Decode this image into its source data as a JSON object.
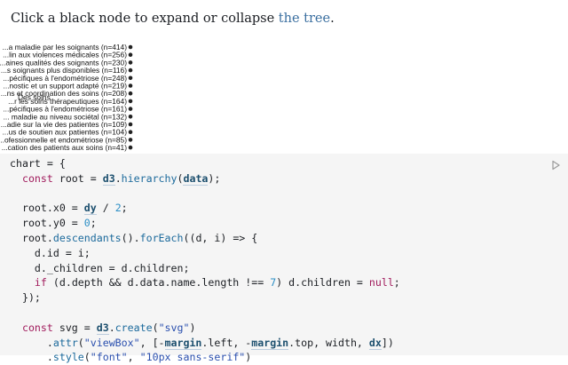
{
  "intro": {
    "before_link": "Click a black node to expand or collapse ",
    "link_text": "the tree",
    "after_link": "."
  },
  "tree_labels": [
    "...a maladie par les soignants (n=414)",
    "...lin aux violences médicales (n=256)",
    "...aines qualités des soignants (n=230)",
    "...s soignants plus disponibles (n=116)",
    "...pécifiques à l'endométriose (n=248)",
    "...nostic et un support adapté (n=219)",
    "...ns et coordination des soins (n=208)",
    "...r les soins thérapeutiques (n=164)",
    "...pécifiques à l'endométriose (n=161)",
    "... maladie au niveau sociétal (n=132)",
    "...adie sur la vie des patientes (n=109)",
    "...us de soutien aux patientes (n=104)",
    "...ofessionnelle et endométriose (n=85)",
    "...cation des patients aux soins (n=41)"
  ],
  "tree_overlap_label": "Des soins",
  "code_lines": [
    [
      [
        "pun",
        "chart = {"
      ]
    ],
    [
      [
        "kw",
        "  const "
      ],
      [
        "pun",
        "root = "
      ],
      [
        "ref",
        "d3"
      ],
      [
        "pun",
        "."
      ],
      [
        "fn",
        "hierarchy"
      ],
      [
        "pun",
        "("
      ],
      [
        "ref",
        "data"
      ],
      [
        "pun",
        ");"
      ]
    ],
    [
      [
        "pun",
        ""
      ]
    ],
    [
      [
        "pun",
        "  root.x0 = "
      ],
      [
        "ref",
        "dy"
      ],
      [
        "pun",
        " / "
      ],
      [
        "num",
        "2"
      ],
      [
        "pun",
        ";"
      ]
    ],
    [
      [
        "pun",
        "  root.y0 = "
      ],
      [
        "num",
        "0"
      ],
      [
        "pun",
        ";"
      ]
    ],
    [
      [
        "pun",
        "  root."
      ],
      [
        "fn",
        "descendants"
      ],
      [
        "pun",
        "()."
      ],
      [
        "fn",
        "forEach"
      ],
      [
        "pun",
        "((d, i) => {"
      ]
    ],
    [
      [
        "pun",
        "    d.id = i;"
      ]
    ],
    [
      [
        "pun",
        "    d._children = d.children;"
      ]
    ],
    [
      [
        "kw",
        "    if "
      ],
      [
        "pun",
        "(d.depth && d.data.name.length !== "
      ],
      [
        "num",
        "7"
      ],
      [
        "pun",
        ") d.children = "
      ],
      [
        "kw",
        "null"
      ],
      [
        "pun",
        ";"
      ]
    ],
    [
      [
        "pun",
        "  });"
      ]
    ],
    [
      [
        "pun",
        ""
      ]
    ],
    [
      [
        "kw",
        "  const "
      ],
      [
        "pun",
        "svg = "
      ],
      [
        "ref",
        "d3"
      ],
      [
        "pun",
        "."
      ],
      [
        "fn",
        "create"
      ],
      [
        "pun",
        "("
      ],
      [
        "str",
        "\"svg\""
      ],
      [
        "pun",
        ")"
      ]
    ],
    [
      [
        "pun",
        "      ."
      ],
      [
        "fn",
        "attr"
      ],
      [
        "pun",
        "("
      ],
      [
        "str",
        "\"viewBox\""
      ],
      [
        "pun",
        ", [-"
      ],
      [
        "ref",
        "margin"
      ],
      [
        "pun",
        ".left, -"
      ],
      [
        "ref",
        "margin"
      ],
      [
        "pun",
        ".top, width, "
      ],
      [
        "ref",
        "dx"
      ],
      [
        "pun",
        "])"
      ]
    ],
    [
      [
        "pun",
        "      ."
      ],
      [
        "fn",
        "style"
      ],
      [
        "pun",
        "("
      ],
      [
        "str",
        "\"font\""
      ],
      [
        "pun",
        ", "
      ],
      [
        "str",
        "\"10px sans-serif\""
      ],
      [
        "pun",
        ")"
      ]
    ]
  ]
}
